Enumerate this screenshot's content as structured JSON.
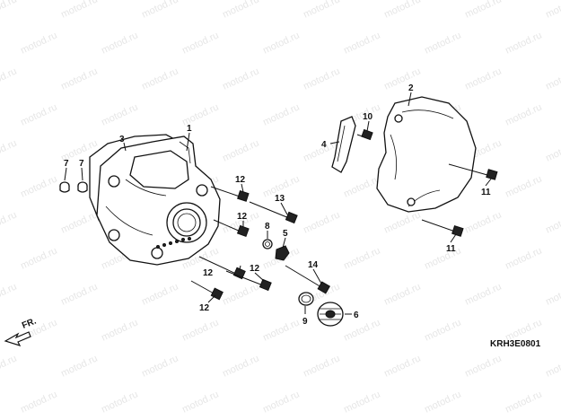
{
  "watermark": {
    "text": "motod.ru"
  },
  "diagram_code": "KRH3E0801",
  "front_indicator": "FR.",
  "callouts": [
    {
      "id": "c1",
      "label": "1"
    },
    {
      "id": "c2",
      "label": "2"
    },
    {
      "id": "c3",
      "label": "3"
    },
    {
      "id": "c4",
      "label": "4"
    },
    {
      "id": "c5",
      "label": "5"
    },
    {
      "id": "c6",
      "label": "6"
    },
    {
      "id": "c7a",
      "label": "7"
    },
    {
      "id": "c7b",
      "label": "7"
    },
    {
      "id": "c8",
      "label": "8"
    },
    {
      "id": "c9",
      "label": "9"
    },
    {
      "id": "c10",
      "label": "10"
    },
    {
      "id": "c11a",
      "label": "11"
    },
    {
      "id": "c11b",
      "label": "11"
    },
    {
      "id": "c12a",
      "label": "12"
    },
    {
      "id": "c12b",
      "label": "12"
    },
    {
      "id": "c12c",
      "label": "12"
    },
    {
      "id": "c12d",
      "label": "12"
    },
    {
      "id": "c12e",
      "label": "12"
    },
    {
      "id": "c13",
      "label": "13"
    },
    {
      "id": "c14",
      "label": "14"
    }
  ]
}
